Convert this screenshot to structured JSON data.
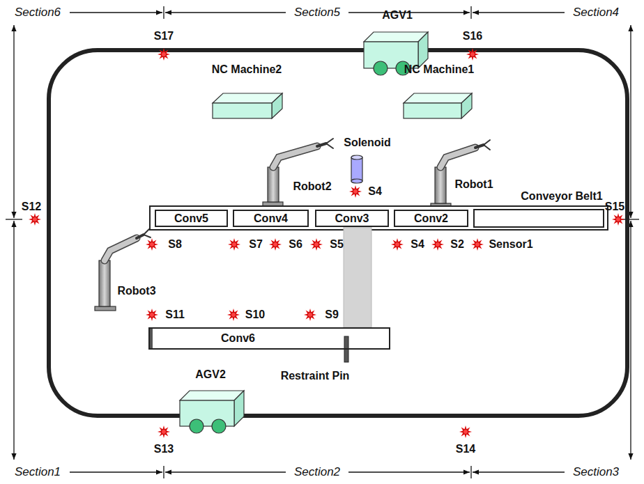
{
  "diagram": {
    "nodes": [
      {
        "text": [
          "Conv5"
        ]
      },
      {
        "text": [
          "Conv4"
        ]
      },
      {
        "text": [
          "Conv3"
        ]
      },
      {
        "text": [
          "Conv2"
        ]
      },
      {
        "text": [
          "Conv6"
        ]
      }
    ],
    "edges": [
      {
        "from": 2,
        "to": 4,
        "arrow": "none"
      }
    ],
    "labels": [
      "Section6",
      "Section5",
      "Section4",
      "S17",
      "AGV1",
      "S16",
      "NC Machine2",
      "NC Machine1",
      "Solenoid",
      "Robot2",
      "Robot1",
      "S4",
      "Conveyor Belt1",
      "S12",
      "S15",
      "S8",
      "S7",
      "S6",
      "S5",
      "S4",
      "S2",
      "Sensor1",
      "Robot3",
      "S11",
      "S10",
      "S9",
      "AGV2",
      "Restraint Pin",
      "S13",
      "S14",
      "Section1",
      "Section2",
      "Section3"
    ]
  }
}
